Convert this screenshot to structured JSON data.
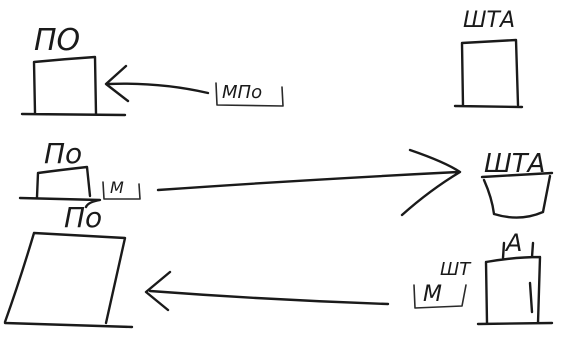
{
  "labels": {
    "top_left": "ПО",
    "top_tag": "МПо",
    "top_right": "ШТА",
    "mid_left": "По",
    "mid_tag": "М",
    "mid_right": "ШТА",
    "bottom_left": "По",
    "bottom_right_top": "А",
    "bottom_right_mid": "ШТ",
    "bottom_tag": "М"
  },
  "colors": {
    "ink": "#1a1a1a",
    "paper": "#ffffff"
  }
}
